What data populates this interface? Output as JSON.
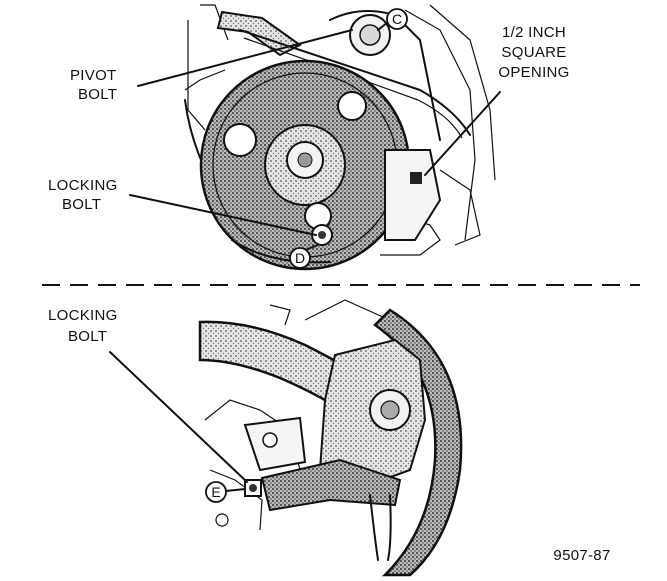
{
  "labels": {
    "pivot_bolt": [
      "PIVOT",
      "BOLT"
    ],
    "square_opening": [
      "1/2 INCH",
      "SQUARE",
      "OPENING"
    ],
    "locking_bolt_top": [
      "LOCKING",
      "BOLT"
    ],
    "locking_bolt_bottom": [
      "LOCKING",
      "BOLT"
    ]
  },
  "callouts": {
    "c": "C",
    "d": "D",
    "e": "E"
  },
  "figure_number": "9507-87"
}
